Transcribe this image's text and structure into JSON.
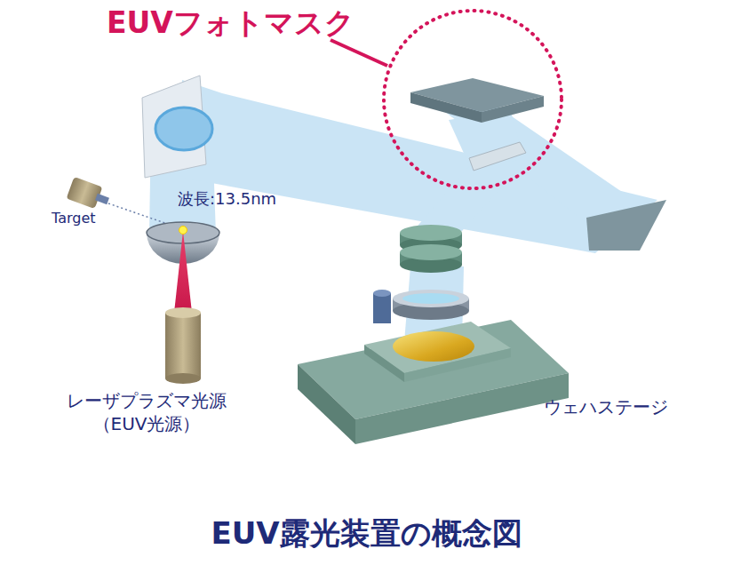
{
  "diagram": {
    "title": "EUV露光装置の概念図",
    "labels": [
      "EUVフォトマスク",
      "Target",
      "波長:13.5nm",
      "レーザプラズマ光源 （EUV光源）",
      "ウェハステージ"
    ]
  }
}
